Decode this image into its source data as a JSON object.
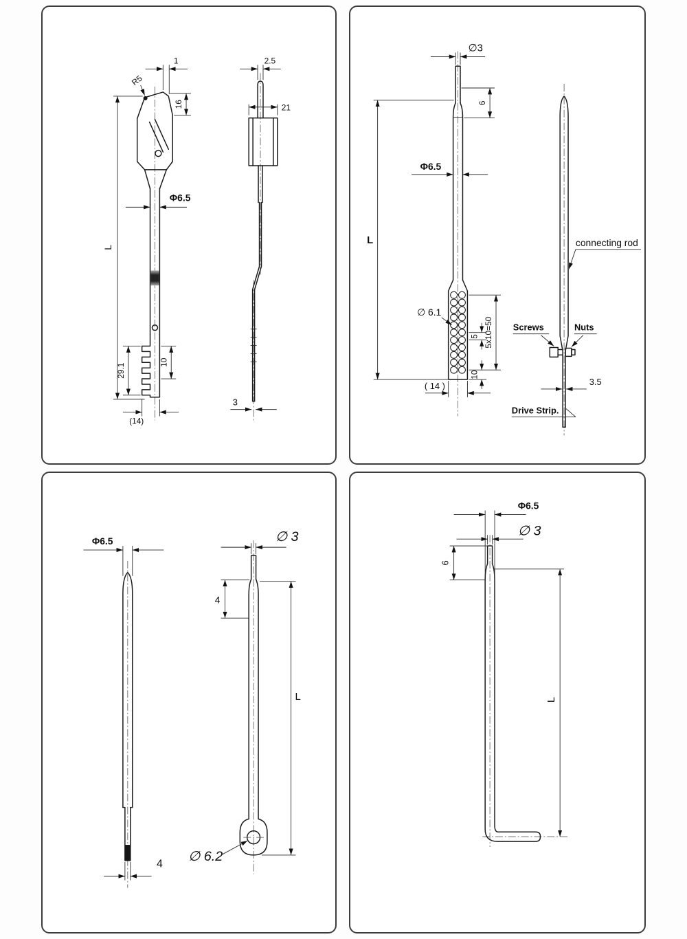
{
  "sheet": {
    "background": "#ffffff",
    "line_color": "#1a1a1a"
  },
  "panels": [
    {
      "name": "latch rod, front and side views",
      "dims": {
        "tip_width": "1",
        "fillet_radius": "R5",
        "head_height": "16",
        "rod_diameter": "Φ6.5",
        "length": "L",
        "notch_pitch": "10",
        "notch_span": "29.1",
        "end_width": "(14)",
        "pin_width": "2.5",
        "sleeve_width": "21",
        "tail_width": "3"
      }
    },
    {
      "name": "connecting rod with perforated end and drive strip",
      "dims": {
        "pin_diameter": "∅3",
        "tip_length": "6",
        "rod_diameter": "Φ6.5",
        "length": "L",
        "hole_diameter": "∅ 6.1",
        "hole_pitch": "5",
        "hole_span": "5x10=50",
        "end_margin": "10",
        "end_width": "( 14 )",
        "strip_thickness": "3.5"
      },
      "labels": {
        "connecting_rod": "connecting rod",
        "screws": "Screws",
        "nuts": "Nuts",
        "drive_strip": "Drive Strip."
      }
    },
    {
      "name": "rod with flat foot and eyelet end",
      "dims": {
        "rod_diameter": "Φ6.5",
        "foot_width": "4",
        "pin_diameter": "∅ 3",
        "tip_length": "4",
        "length": "L",
        "eye_diameter": "∅ 6.2"
      }
    },
    {
      "name": "L-bend rod",
      "dims": {
        "rod_diameter": "Φ6.5",
        "pin_diameter": "∅ 3",
        "tip_length": "6",
        "length": "L"
      }
    }
  ]
}
